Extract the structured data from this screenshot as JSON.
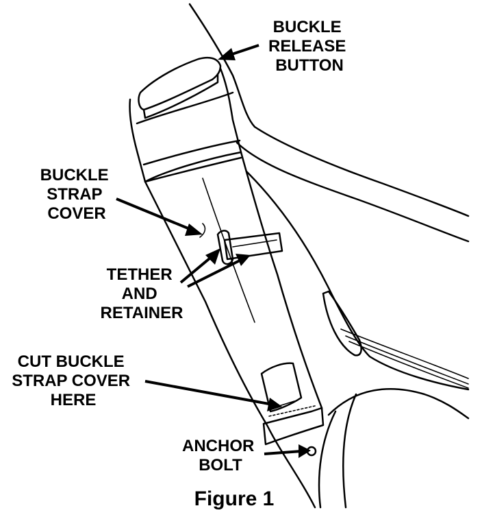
{
  "labels": {
    "buckle_release_button": [
      "BUCKLE",
      "RELEASE",
      "BUTTON"
    ],
    "buckle_strap_cover": [
      "BUCKLE",
      "STRAP",
      "COVER"
    ],
    "tether_and_retainer": [
      "TETHER",
      "AND",
      "RETAINER"
    ],
    "cut_buckle_strap_cover_here": [
      "CUT BUCKLE",
      "STRAP COVER",
      "HERE"
    ],
    "anchor_bolt": [
      "ANCHOR",
      "BOLT"
    ]
  },
  "caption": "Figure 1"
}
